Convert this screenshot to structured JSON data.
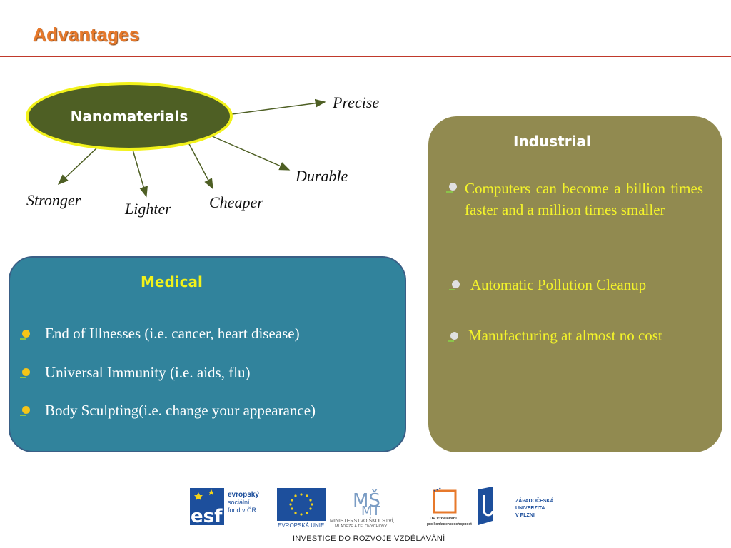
{
  "slide": {
    "title": "Advantages"
  },
  "diagram": {
    "center": "Nanomaterials",
    "branches": [
      "Precise",
      "Durable",
      "Stronger",
      "Lighter",
      "Cheaper"
    ]
  },
  "medical": {
    "heading": "Medical",
    "items": [
      "End of  Illnesses (i.e. cancer, heart disease)",
      "Universal Immunity (i.e. aids, flu)",
      "Body Sculpting(i.e. change your appearance)"
    ]
  },
  "industrial": {
    "heading": "Industrial",
    "items": [
      "Computers can become a billion times faster and a million times smaller",
      "Automatic Pollution Cleanup",
      "Manufacturing at almost no cost"
    ]
  },
  "footer": {
    "logos": {
      "esf_line1": "evropský",
      "esf_line2": "sociální",
      "esf_line3": "fond v ČR",
      "eu": "EVROPSKÁ UNIE",
      "msmt_line1": "MINISTERSTVO ŠKOLSTVÍ,",
      "msmt_line2": "MLÁDEŽE A TĚLOVÝCHOVY",
      "op_line1": "OP Vzdělávání",
      "op_line2": "pro konkurenceschopnost",
      "zcu_line1": "ZÁPADOČESKÁ",
      "zcu_line2": "UNIVERZITA",
      "zcu_line3": "V PLZNI"
    },
    "tagline": "INVESTICE DO ROZVOJE VZDĚLÁVÁNÍ"
  },
  "colors": {
    "title": "#e7792b",
    "ellipse_fill": "#4e5f24",
    "ellipse_border": "#f2f21a",
    "medical_panel": "#31839c",
    "industrial_panel": "#918a50",
    "medical_heading": "#f2f21a",
    "industrial_text": "#f4f42a"
  }
}
